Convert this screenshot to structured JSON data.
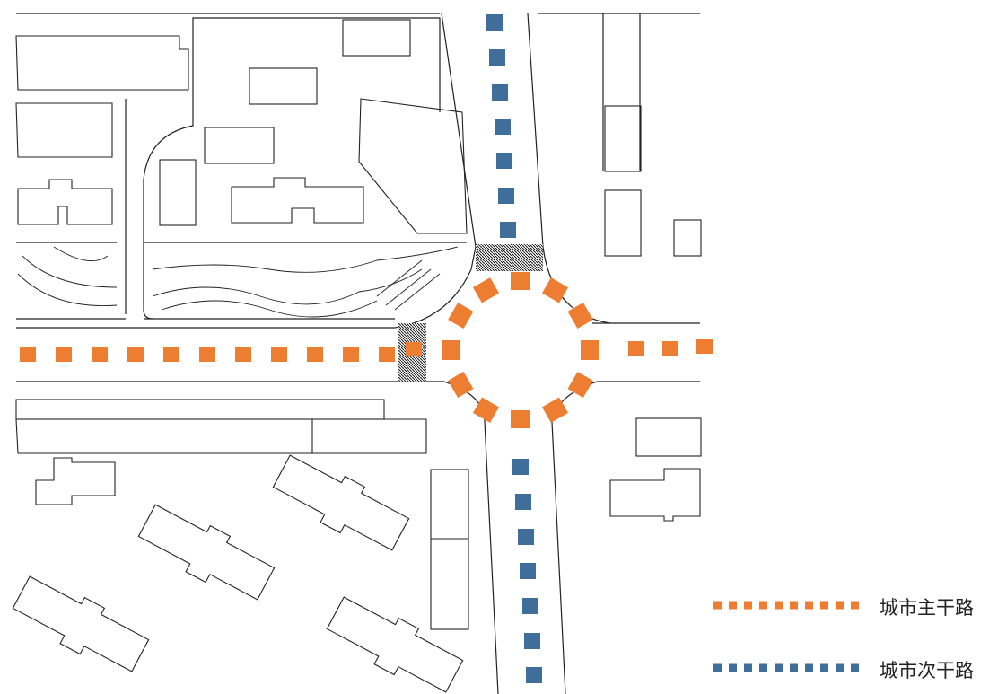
{
  "legend": {
    "items": [
      {
        "label": "城市主干路",
        "color": "#ED7D31",
        "style": "dotted"
      },
      {
        "label": "城市次干路",
        "color": "#3F6E9A",
        "style": "dotted"
      }
    ]
  },
  "colors": {
    "primary_road": "#ED7D31",
    "secondary_road": "#3F6E9A",
    "linework": "#222222",
    "background": "#ffffff"
  },
  "features": {
    "roundabout": "roundabout",
    "crosswalks": [
      "crosswalk-north",
      "crosswalk-west"
    ]
  }
}
